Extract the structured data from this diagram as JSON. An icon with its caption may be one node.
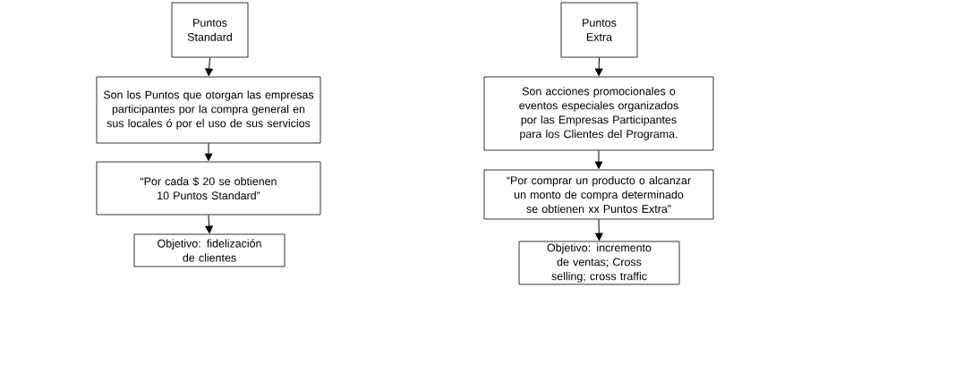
{
  "diagram": {
    "nodes": [
      {
        "text": [
          "Puntos Standard"
        ]
      },
      {
        "text": [
          "Son los Puntos que otorgan las empresas participantes por la compra general en sus locales ó por el uso de sus servicios"
        ]
      },
      {
        "text": [
          "“Por cada $ 20 se obtienen 10 Puntos Standard”"
        ]
      },
      {
        "text": [
          "Objetivo: fidelización de clientes"
        ]
      },
      {
        "text": [
          "Puntos Extra"
        ]
      },
      {
        "text": [
          "Son acciones promocionales o eventos especiales organizados por las Empresas Participantes para los Clientes del Programa."
        ]
      },
      {
        "text": [
          "“Por comprar un producto o alcanzar  un monto de compra determinado se obtienen xx Puntos Extra”"
        ]
      },
      {
        "text": [
          "Objetivo: incremento de ventas; Cross selling; cross traffic"
        ]
      }
    ],
    "edges": [
      {
        "from": 0,
        "to": 1,
        "arrow": "to"
      },
      {
        "from": 1,
        "to": 2,
        "arrow": "to"
      },
      {
        "from": 2,
        "to": 3,
        "arrow": "to"
      },
      {
        "from": 4,
        "to": 5,
        "arrow": "to"
      },
      {
        "from": 5,
        "to": 6,
        "arrow": "to"
      },
      {
        "from": 6,
        "to": 7,
        "arrow": "to"
      }
    ]
  }
}
